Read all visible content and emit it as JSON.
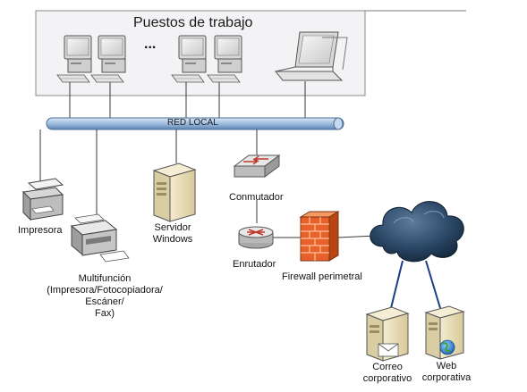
{
  "workstations_group": {
    "title": "Puestos de trabajo",
    "ellipsis": "..."
  },
  "network": {
    "bus_label": "RED LOCAL"
  },
  "devices": {
    "printer": "Impresora",
    "multifunction": "Multifunción\n(Impresora/Fotocopiadora/\nEscáner/\nFax)",
    "server": "Servidor\nWindows",
    "switch": "Conmutador",
    "router": "Enrutador",
    "firewall": "Firewall perimetral",
    "mail_server": "Correo\ncorporativo",
    "web_server": "Web\ncorporativa"
  },
  "icons": {
    "desktop": "desktop-computer-icon",
    "laptop": "laptop-icon",
    "printer": "printer-icon",
    "multifunction": "multifunction-printer-icon",
    "server": "server-icon",
    "switch": "switch-icon",
    "router": "router-icon",
    "firewall": "firewall-icon",
    "cloud": "cloud-icon",
    "mail": "mail-icon",
    "globe": "globe-icon"
  },
  "colors": {
    "bus": "#7fa6d0",
    "line": "#3a3a3a",
    "group_box": "#f3f3f6",
    "firewall": "#e8612a",
    "cloud": "#1f3a55",
    "wan_link": "#1c3d8a"
  }
}
